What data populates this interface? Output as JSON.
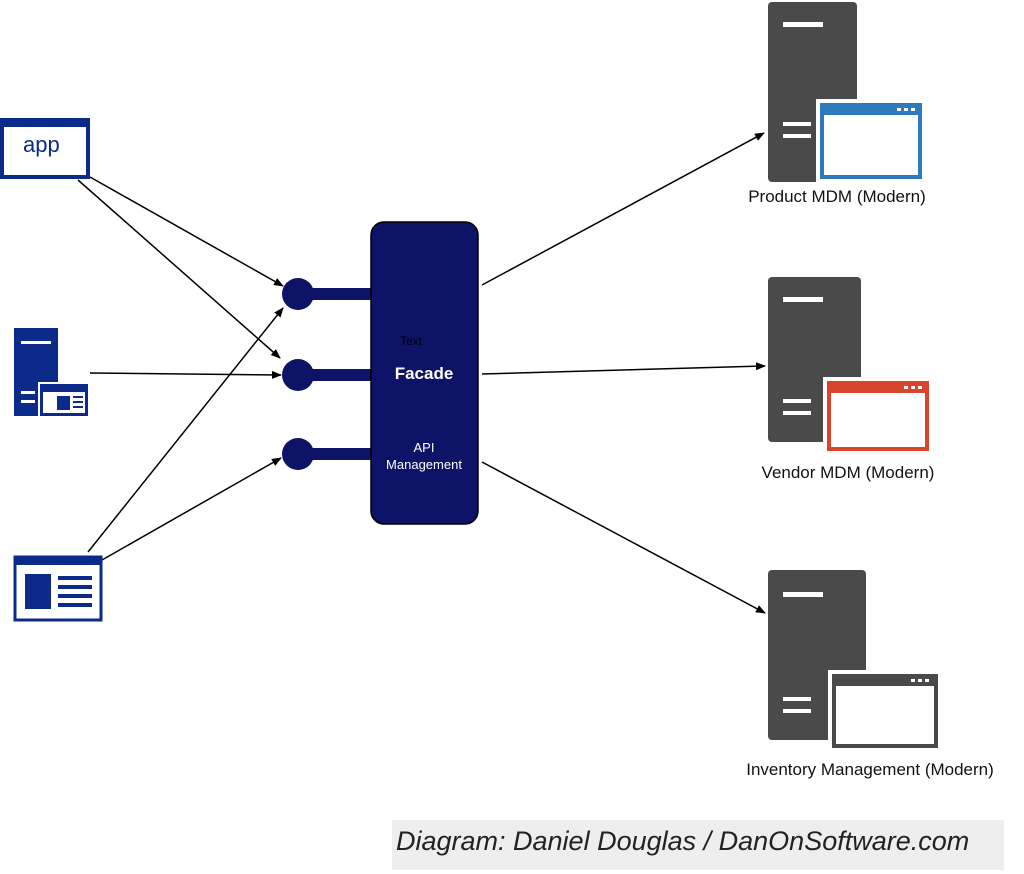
{
  "app_icon": {
    "label": "app"
  },
  "facade": {
    "small_text": "Text",
    "title": "Facade",
    "subtitle_line1": "API",
    "subtitle_line2": "Management"
  },
  "servers": [
    {
      "label": "Product MDM (Modern)",
      "accent": "#2d7abf"
    },
    {
      "label": "Vendor MDM (Modern)",
      "accent": "#d9442c"
    },
    {
      "label": "Inventory Management (Modern)",
      "accent": "#4a4a4a"
    }
  ],
  "credit": "Diagram: Daniel Douglas / DanOnSoftware.com",
  "colors": {
    "navy": "#0d1366",
    "client_blue": "#0b2a8a",
    "server_gray": "#4a4a4a"
  }
}
